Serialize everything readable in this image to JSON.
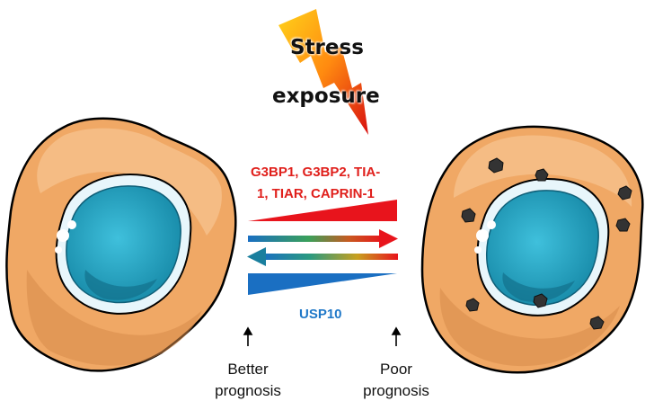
{
  "stress": {
    "line1": "Stress",
    "line2": "exposure"
  },
  "factors": {
    "line1": "G3BP1, G3BP2, TIA-",
    "line2": "1, TIAR, CAPRIN-1"
  },
  "inhibitor": "USP10",
  "outcomes": {
    "left": {
      "line1": "Better",
      "line2": "prognosis"
    },
    "right": {
      "line1": "Poor",
      "line2": "prognosis"
    }
  },
  "colors": {
    "cytoplasm": "#f0a865",
    "cytoplasm_light": "#f6c08a",
    "nucleus": "#2aa8c8",
    "nucleus_dark": "#1a7f9e",
    "red": "#e8141c",
    "blue": "#1a6fc2",
    "granule": "#333333"
  }
}
